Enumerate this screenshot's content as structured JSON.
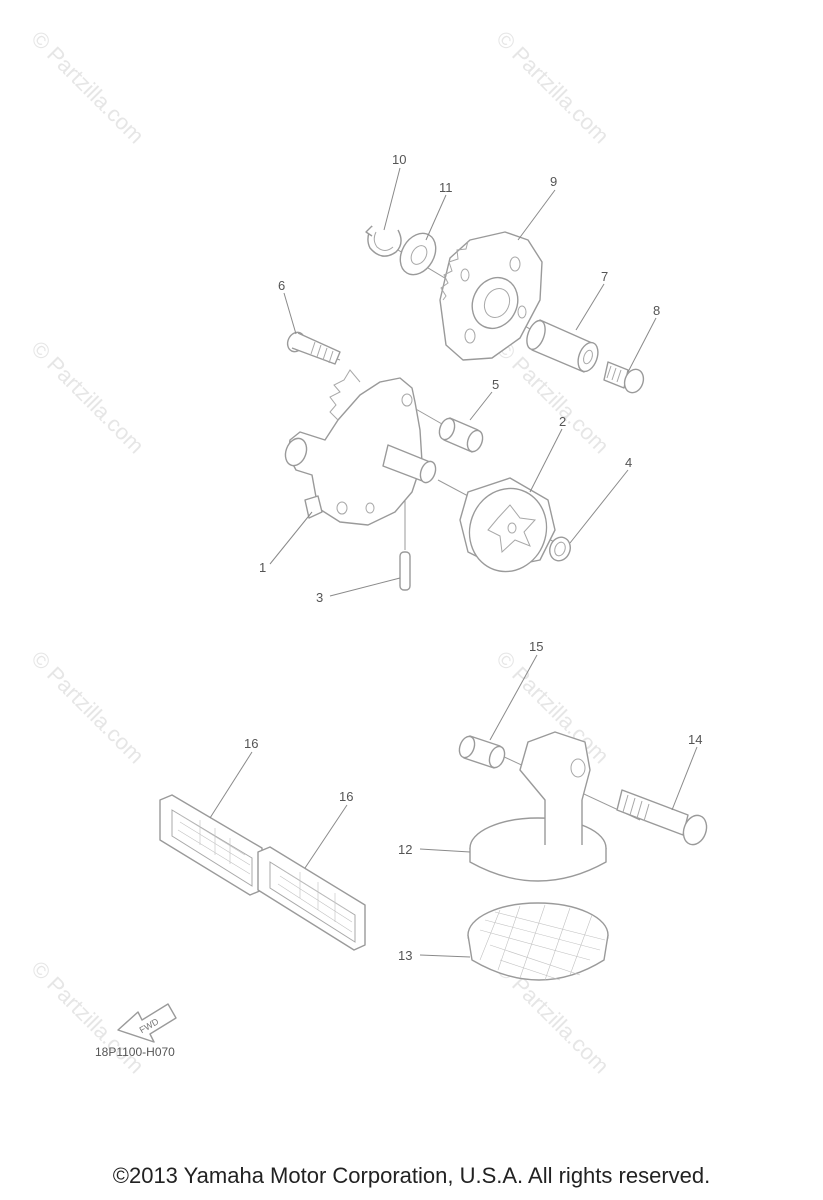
{
  "watermark": "© Partzilla.com",
  "callouts": {
    "c1": "1",
    "c2": "2",
    "c3": "3",
    "c4": "4",
    "c5": "5",
    "c6": "6",
    "c7": "7",
    "c8": "8",
    "c9": "9",
    "c10": "10",
    "c11": "11",
    "c12": "12",
    "c13": "13",
    "c14": "14",
    "c15": "15",
    "c16a": "16",
    "c16b": "16"
  },
  "fwd_label": "FWD",
  "diagram_code": "18P1100-H070",
  "copyright": "©2013 Yamaha Motor Corporation, U.S.A. All rights reserved."
}
